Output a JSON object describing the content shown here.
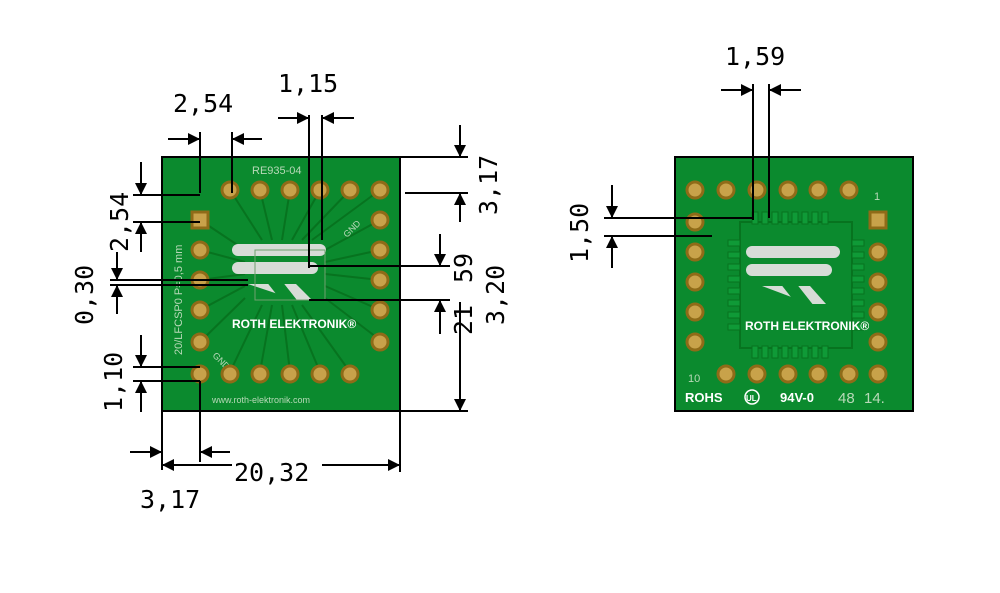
{
  "colors": {
    "board": "#0b8a2e",
    "board_dark": "#066b22",
    "pad_gold": "#c8a24a",
    "pad_ring": "#8f6b18",
    "silk": "#e8efe8",
    "dimension_line": "#000000"
  },
  "left_board": {
    "part_code": "RE935-04",
    "package_text": "20/LFCSP0 P=0,5 mm",
    "gnd_top": "GND",
    "gnd_bottom": "GND",
    "brand": "ROTH ELEKTRONIK®",
    "url": "www.roth-elektronik.com",
    "dimensions": {
      "pitch_top": "2,54",
      "center_gap_top": "1,15",
      "pitch_left": "2,54",
      "offset_right_top": "3,17",
      "fine_gap_left": "0,30",
      "pad_length_right": "59",
      "fine_gap_right": "21",
      "offset_right_mid": "3,20",
      "pad_width_left": "1,10",
      "offset_bottom_left": "3,17",
      "width_bottom": "20,32"
    }
  },
  "right_board": {
    "pin_number": "1",
    "pin_number_bottom": "10",
    "brand": "ROTH ELEKTRONIK®",
    "rohs": "ROHS",
    "ul_mark": "UL",
    "flammability": "94V-0",
    "date_code_a": "48",
    "date_code_b": "14.",
    "dimensions": {
      "pitch_top": "1,59",
      "pitch_left": "1,50"
    }
  }
}
